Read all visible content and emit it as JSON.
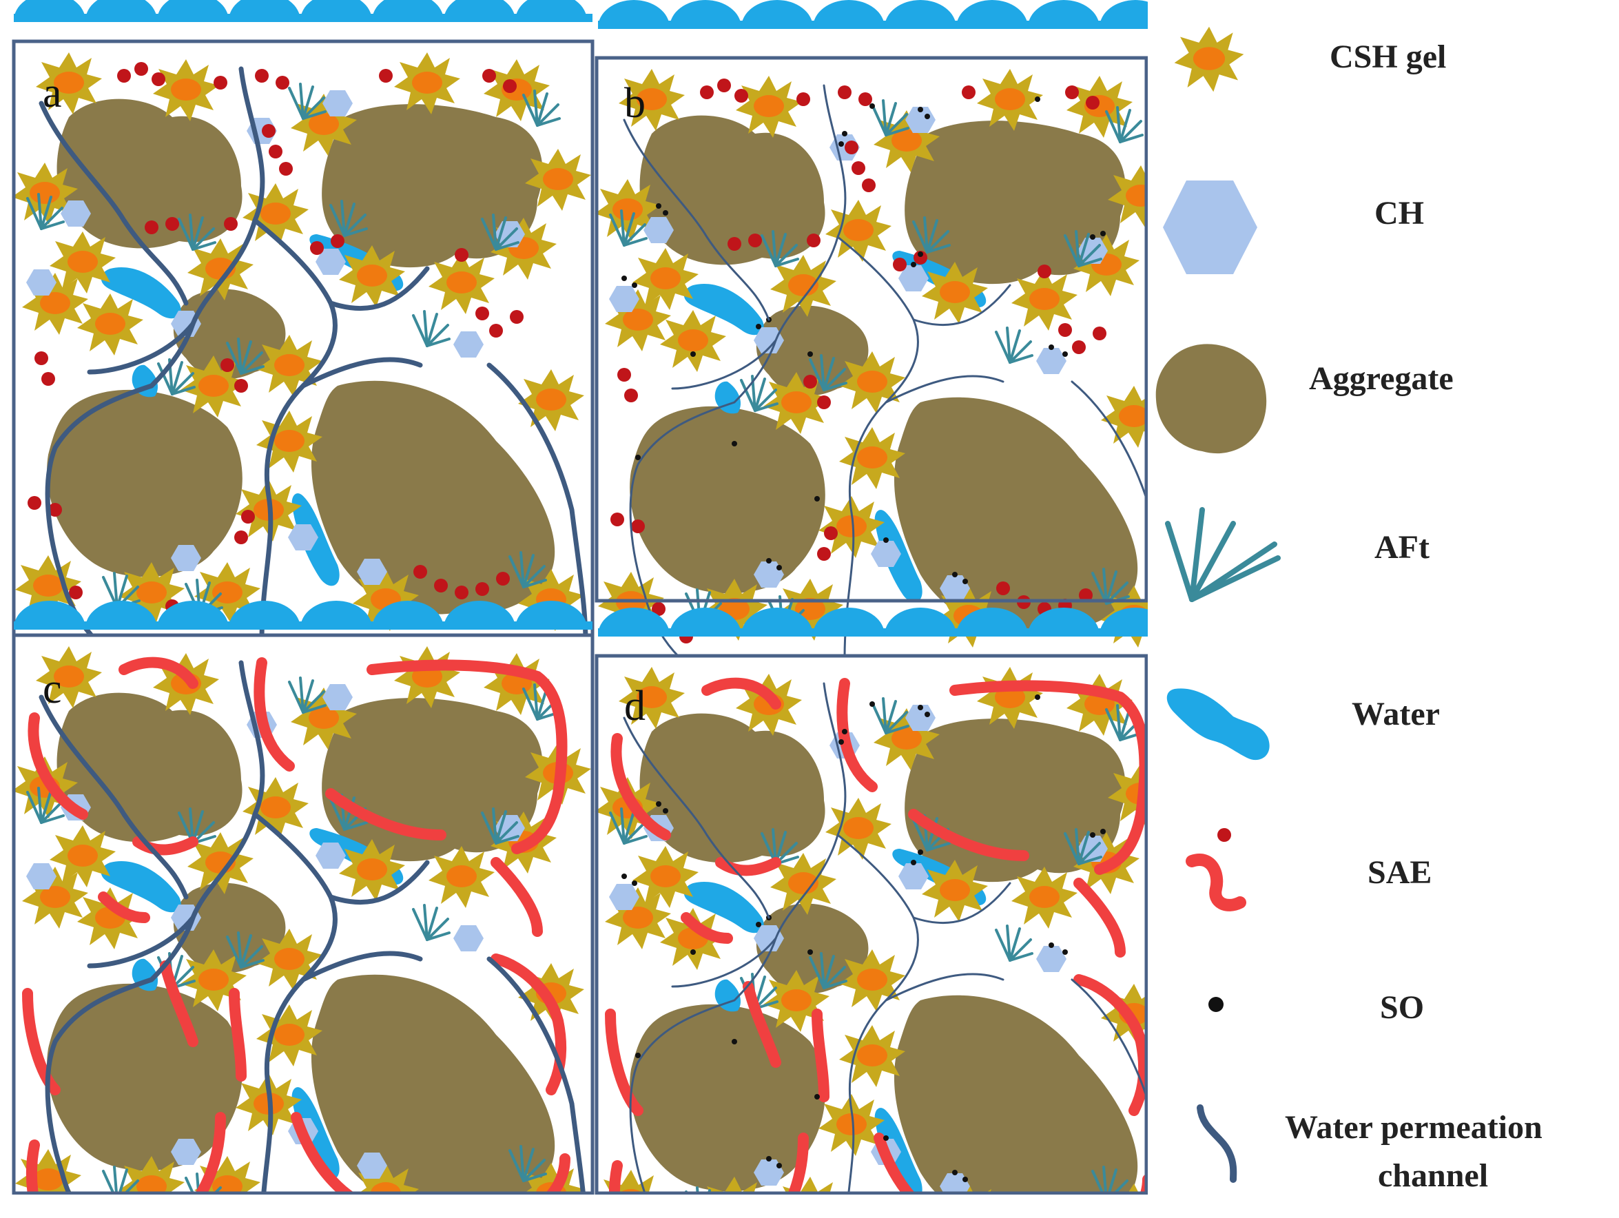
{
  "panels": [
    {
      "letter": "a"
    },
    {
      "letter": "b"
    },
    {
      "letter": "c"
    },
    {
      "letter": "d"
    }
  ],
  "legend": {
    "csh_gel": "CSH gel",
    "ch": "CH",
    "aggregate": "Aggregate",
    "aft": "AFt",
    "water": "Water",
    "sae": "SAE",
    "so": "SO",
    "channel_line1": "Water permeation",
    "channel_line2": "channel"
  },
  "colors": {
    "water_cap": "#1fa8e6",
    "aggregate": "#8a7a4a",
    "csh_outer": "#c7a91e",
    "csh_inner": "#f07a10",
    "ch": "#a9c4ec",
    "aft": "#3a8a9a",
    "water": "#1fa8e6",
    "sae_dot": "#c0151a",
    "sae_line": "#f04040",
    "so": "#111111",
    "channel": "#3e5a80",
    "frame": "#4a6288"
  }
}
